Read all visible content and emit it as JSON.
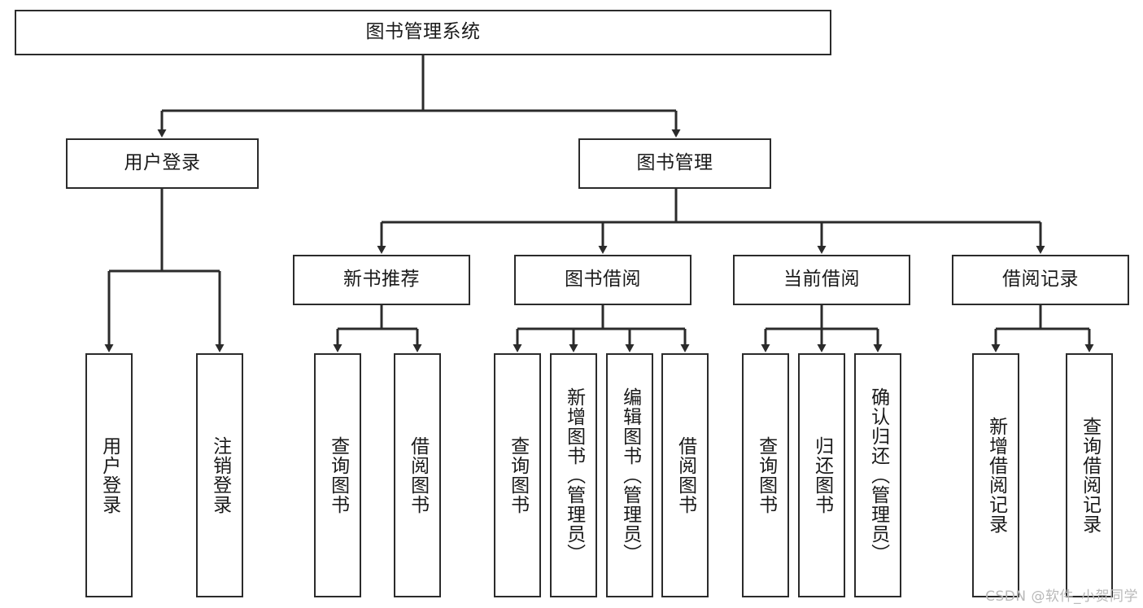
{
  "diagram": {
    "title": "图书管理系统",
    "type": "tree-hierarchy",
    "orientation": "top-down",
    "style": {
      "box_border_color": "#2b2b2b",
      "box_fill_color": "#ffffff",
      "connector_color": "#2b2b2b",
      "text_color": "#1a1a1a",
      "background": "#ffffff"
    },
    "levels": {
      "root": {
        "label": "图书管理系统"
      },
      "level1": [
        {
          "id": "user-login",
          "label": "用户登录"
        },
        {
          "id": "book-management",
          "label": "图书管理"
        }
      ],
      "level2": [
        {
          "id": "new-book-recommend",
          "label": "新书推荐",
          "parent": "book-management"
        },
        {
          "id": "book-borrow",
          "label": "图书借阅",
          "parent": "book-management"
        },
        {
          "id": "current-borrow",
          "label": "当前借阅",
          "parent": "book-management"
        },
        {
          "id": "borrow-record",
          "label": "借阅记录",
          "parent": "book-management"
        }
      ],
      "leaves": [
        {
          "id": "leaf-user-login",
          "label": "用户登录",
          "parent": "user-login"
        },
        {
          "id": "leaf-user-logout",
          "label": "注销登录",
          "parent": "user-login"
        },
        {
          "id": "leaf-query-book-1",
          "label": "查询图书",
          "parent": "new-book-recommend"
        },
        {
          "id": "leaf-borrow-book-1",
          "label": "借阅图书",
          "parent": "new-book-recommend"
        },
        {
          "id": "leaf-query-book-2",
          "label": "查询图书",
          "parent": "book-borrow"
        },
        {
          "id": "leaf-add-book",
          "label": "新增图书（管理员）",
          "parent": "book-borrow"
        },
        {
          "id": "leaf-edit-book",
          "label": "编辑图书（管理员）",
          "parent": "book-borrow"
        },
        {
          "id": "leaf-borrow-book-2",
          "label": "借阅图书",
          "parent": "book-borrow"
        },
        {
          "id": "leaf-query-book-3",
          "label": "查询图书",
          "parent": "current-borrow"
        },
        {
          "id": "leaf-return-book",
          "label": "归还图书",
          "parent": "current-borrow"
        },
        {
          "id": "leaf-confirm-return",
          "label": "确认归还（管理员）",
          "parent": "current-borrow"
        },
        {
          "id": "leaf-add-record",
          "label": "新增借阅记录",
          "parent": "borrow-record"
        },
        {
          "id": "leaf-query-record",
          "label": "查询借阅记录",
          "parent": "borrow-record"
        }
      ]
    }
  },
  "watermark": {
    "text": "CSDN @软件_小贺同学"
  }
}
